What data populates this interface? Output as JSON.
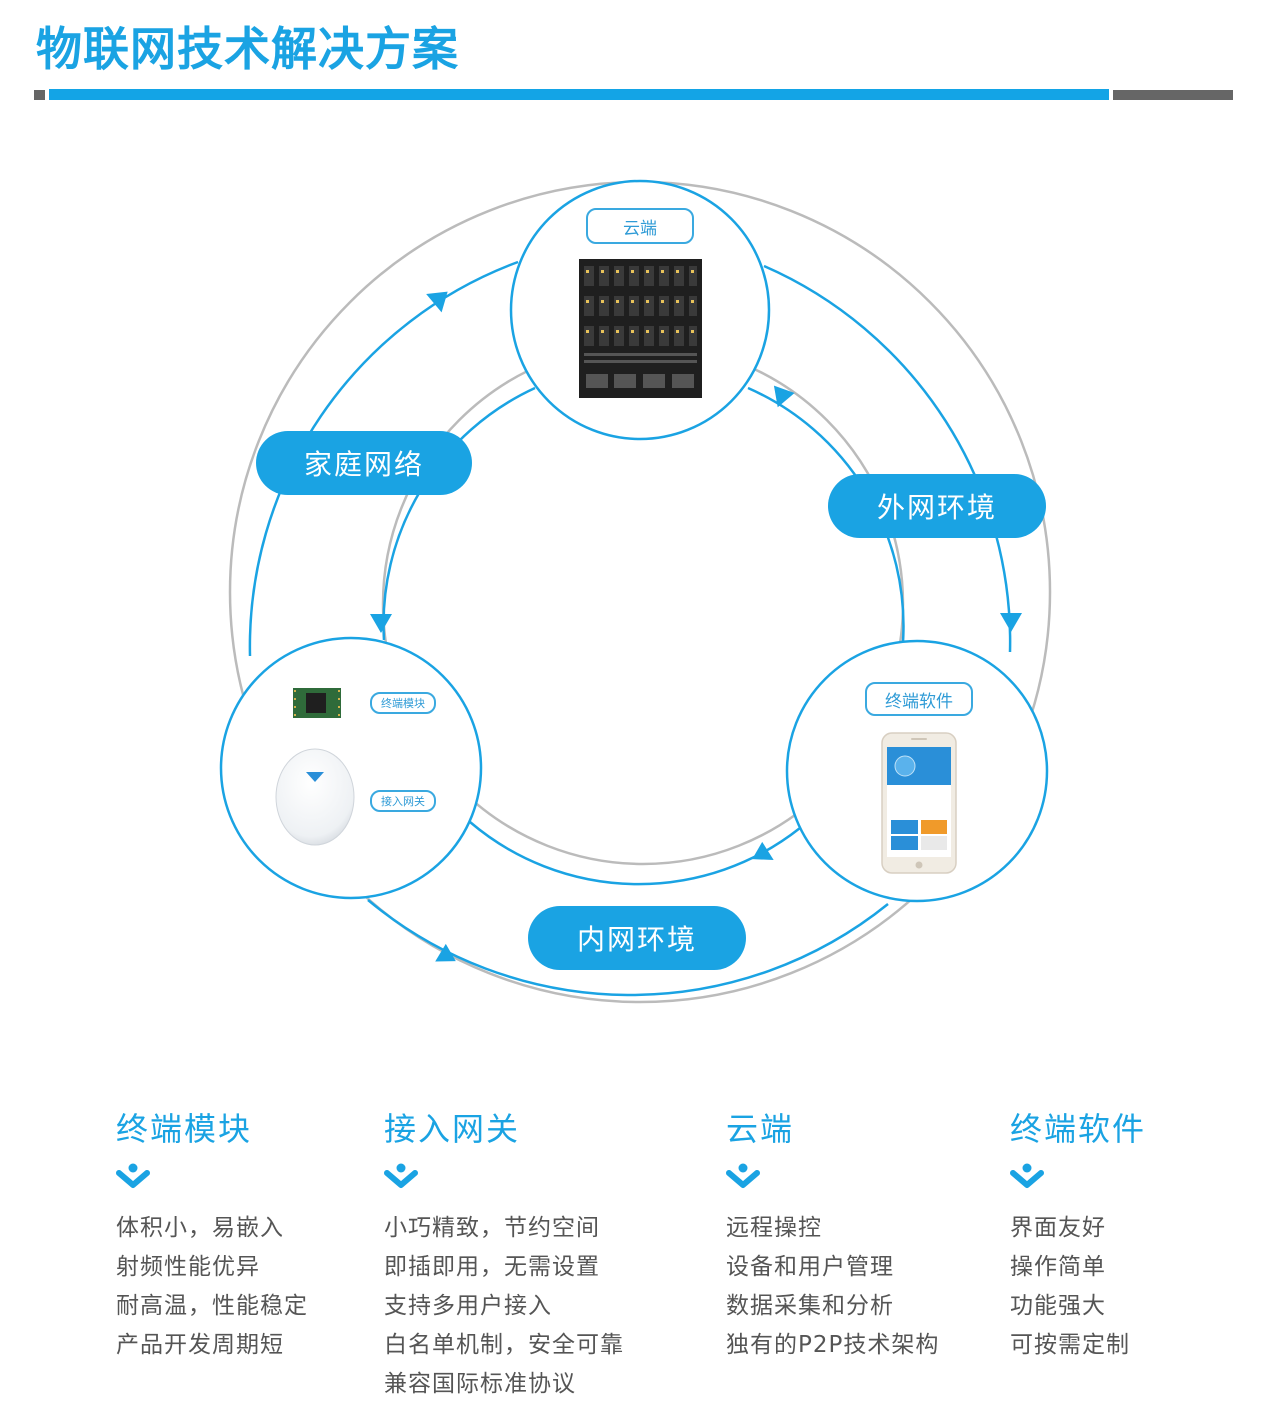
{
  "title": "物联网技术解决方案",
  "colors": {
    "accent": "#1aa3e3",
    "rule_gray": "#666666",
    "ring_gray": "#bbbbbb"
  },
  "diagram": {
    "cloud_label": "云端",
    "terminal_software_label": "终端软件",
    "terminal_module_label": "终端模块",
    "gateway_label": "接入网关",
    "home_network_label": "家庭网络",
    "external_network_label": "外网环境",
    "internal_network_label": "内网环境"
  },
  "features": [
    {
      "title": "终端模块",
      "items": [
        "体积小，易嵌入",
        "射频性能优异",
        "耐高温，性能稳定",
        "产品开发周期短"
      ]
    },
    {
      "title": "接入网关",
      "items": [
        "小巧精致，节约空间",
        "即插即用，无需设置",
        "支持多用户接入",
        "白名单机制，安全可靠",
        "兼容国际标准协议"
      ]
    },
    {
      "title": "云端",
      "items": [
        "远程操控",
        "设备和用户管理",
        "数据采集和分析",
        "独有的P2P技术架构"
      ]
    },
    {
      "title": "终端软件",
      "items": [
        "界面友好",
        "操作简单",
        "功能强大",
        "可按需定制"
      ]
    }
  ]
}
